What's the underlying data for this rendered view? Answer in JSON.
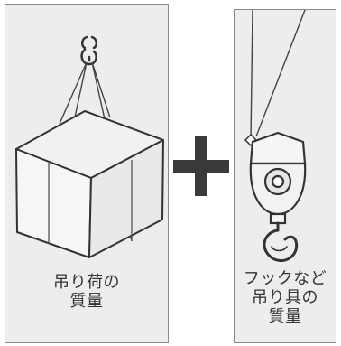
{
  "left_panel": {
    "caption_lines": [
      "吊り荷の",
      "質量"
    ]
  },
  "operator": {
    "symbol": "+"
  },
  "right_panel": {
    "caption_lines": [
      "フックなど",
      "吊り具の",
      "質量"
    ]
  },
  "colors": {
    "panel_bg": "#ededed",
    "panel_border": "#8a8a8a",
    "line": "#333333",
    "plus": "#3a3a3a"
  }
}
